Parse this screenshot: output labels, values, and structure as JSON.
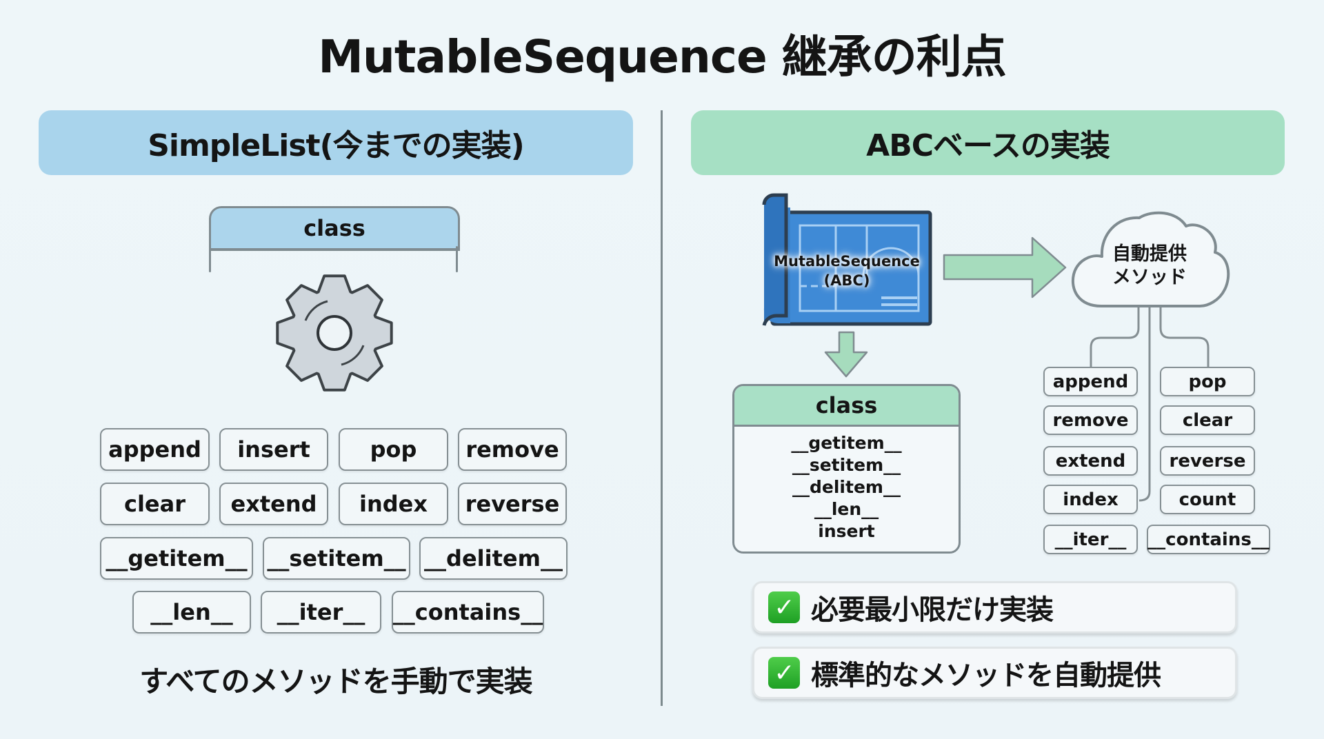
{
  "title": "MutableSequence 継承の利点",
  "left": {
    "header": "SimpleList(今までの実装)",
    "class_label": "class",
    "icon": "gear-icon",
    "method_rows": [
      [
        "append",
        "insert",
        "pop",
        "remove"
      ],
      [
        "clear",
        "extend",
        "index",
        "reverse"
      ],
      [
        "__getitem__",
        "__setitem__",
        "__delitem__"
      ],
      [
        "__len__",
        "__iter__",
        "__contains__"
      ]
    ],
    "caption": "すべてのメソッドを手動で実装"
  },
  "right": {
    "header": "ABCベースの実装",
    "blueprint": {
      "icon": "blueprint-icon",
      "line1": "MutableSequence",
      "line2": "(ABC)"
    },
    "cloud": {
      "icon": "cloud-icon",
      "line1": "自動提供",
      "line2": "メソッド"
    },
    "class_box": {
      "label": "class",
      "methods": [
        "__getitem__",
        "__setitem__",
        "__delitem__",
        "__len__",
        "insert"
      ]
    },
    "provided_methods": {
      "left_column": [
        "append",
        "remove",
        "extend",
        "index",
        "__iter__"
      ],
      "right_column": [
        "pop",
        "clear",
        "reverse",
        "count",
        "__contains__"
      ]
    },
    "benefits": [
      {
        "icon": "check-icon",
        "text": "必要最小限だけ実装"
      },
      {
        "icon": "check-icon",
        "text": "標準的なメソッドを自動提供"
      }
    ]
  },
  "colors": {
    "left_accent": "#a9d4ec",
    "right_accent": "#a6e0c4",
    "blueprint": "#3f8ad6",
    "outline": "#7f8b90",
    "check": "#2eb52f"
  }
}
